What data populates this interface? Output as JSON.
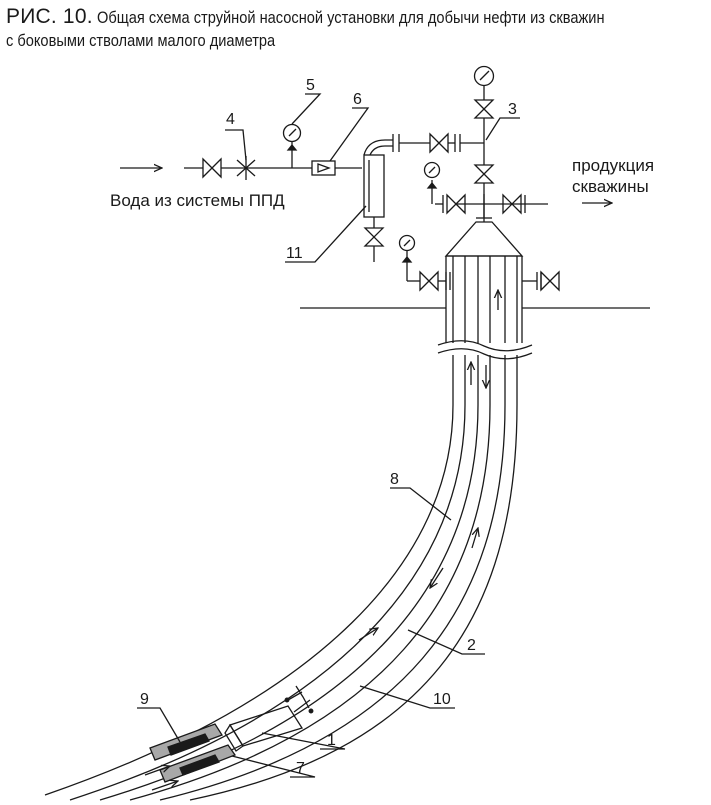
{
  "caption": {
    "fig_label": "РИС. 10.",
    "title_line1": "Общая схема струйной насосной установки для добычи нефти из скважин",
    "title_line2": "с боковыми стволами малого диаметра"
  },
  "inlet_text": "Вода из системы ППД",
  "outlet_text": {
    "line1": "продукция",
    "line2": "скважины"
  },
  "callouts": {
    "c1": "1",
    "c2": "2",
    "c3": "3",
    "c4": "4",
    "c5": "5",
    "c6": "6",
    "c7": "7",
    "c8": "8",
    "c9": "9",
    "c10": "10",
    "c11": "11"
  },
  "icons": [
    "pressure-gauge-icon",
    "valve-icon",
    "flow-arrow-icon",
    "ejector-icon",
    "check-valve-icon"
  ]
}
